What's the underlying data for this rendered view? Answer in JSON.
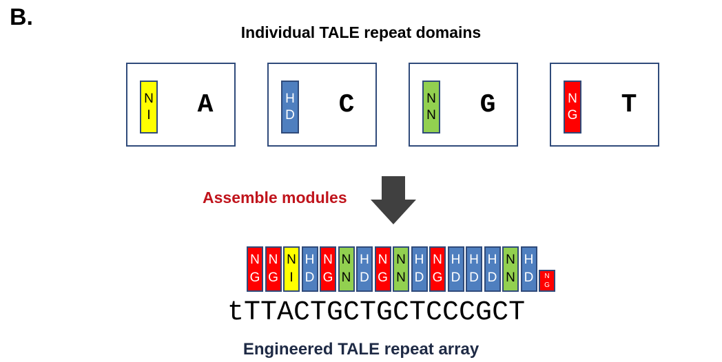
{
  "panel_label": "B.",
  "title": "Individual TALE repeat domains",
  "colors": {
    "NI": "#ffff00",
    "HD": "#4f7fbf",
    "NN": "#92d050",
    "NG": "#ff0000",
    "border": "#2f4a7a",
    "assemble": "#c0141c"
  },
  "modules": [
    {
      "rvd": [
        "N",
        "I"
      ],
      "type": "NI",
      "base": "A"
    },
    {
      "rvd": [
        "H",
        "D"
      ],
      "type": "HD",
      "base": "C"
    },
    {
      "rvd": [
        "N",
        "N"
      ],
      "type": "NN",
      "base": "G"
    },
    {
      "rvd": [
        "N",
        "G"
      ],
      "type": "NG",
      "base": "T"
    }
  ],
  "assemble_label": "Assemble modules",
  "arrow_icon": "down-arrow-icon",
  "array": [
    {
      "rvd": [
        "N",
        "G"
      ],
      "type": "NG"
    },
    {
      "rvd": [
        "N",
        "G"
      ],
      "type": "NG"
    },
    {
      "rvd": [
        "N",
        "I"
      ],
      "type": "NI"
    },
    {
      "rvd": [
        "H",
        "D"
      ],
      "type": "HD"
    },
    {
      "rvd": [
        "N",
        "G"
      ],
      "type": "NG"
    },
    {
      "rvd": [
        "N",
        "N"
      ],
      "type": "NN"
    },
    {
      "rvd": [
        "H",
        "D"
      ],
      "type": "HD"
    },
    {
      "rvd": [
        "N",
        "G"
      ],
      "type": "NG"
    },
    {
      "rvd": [
        "N",
        "N"
      ],
      "type": "NN"
    },
    {
      "rvd": [
        "H",
        "D"
      ],
      "type": "HD"
    },
    {
      "rvd": [
        "N",
        "G"
      ],
      "type": "NG"
    },
    {
      "rvd": [
        "H",
        "D"
      ],
      "type": "HD"
    },
    {
      "rvd": [
        "H",
        "D"
      ],
      "type": "HD"
    },
    {
      "rvd": [
        "H",
        "D"
      ],
      "type": "HD"
    },
    {
      "rvd": [
        "N",
        "N"
      ],
      "type": "NN"
    },
    {
      "rvd": [
        "H",
        "D"
      ],
      "type": "HD"
    },
    {
      "rvd": [
        "N",
        "G"
      ],
      "type": "NG",
      "half": true
    }
  ],
  "sequence": "tTTACTGCTGCTCCCGCT",
  "caption": "Engineered TALE repeat array"
}
